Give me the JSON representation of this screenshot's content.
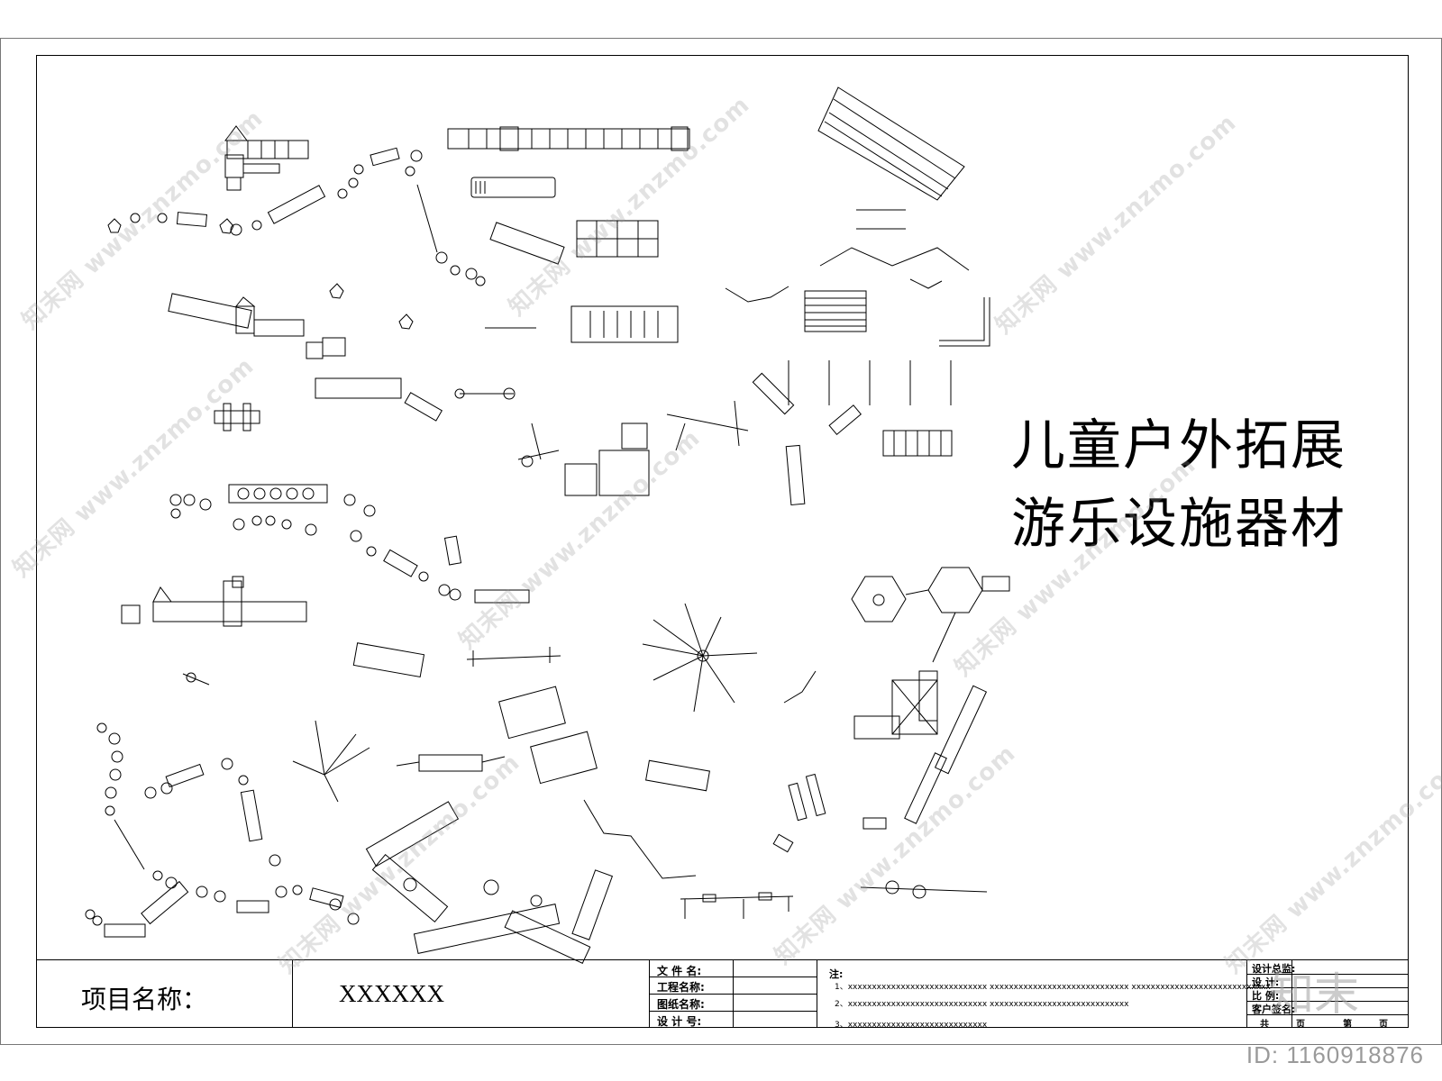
{
  "title": {
    "line1": "儿童户外拓展",
    "line2": "游乐设施器材"
  },
  "title_block": {
    "project_label": "项目名称：",
    "project_value": "XXXXXX",
    "fields": [
      "文 件 名:",
      "工程名称:",
      "图纸名称:",
      "设 计 号:"
    ],
    "notes_label": "注:",
    "notes": [
      "1、xxxxxxxxxxxxxxxxxxxxxxxxxxxxx   xxxxxxxxxxxxxxxxxxxxxxxxxxxxx   xxxxxxxxxxxxxxxxxxxxxxxxxxxxx",
      "2、xxxxxxxxxxxxxxxxxxxxxxxxxxxxx   xxxxxxxxxxxxxxxxxxxxxxxxxxxxx",
      "3、xxxxxxxxxxxxxxxxxxxxxxxxxxxxx"
    ],
    "right_fields": [
      "设计总监:",
      "设    计:",
      "比    例:",
      "客户签名:"
    ],
    "page_labels": [
      "共",
      "页",
      "第",
      "页"
    ]
  },
  "watermark": {
    "text": "知末网 www.znzmo.com",
    "brand": "知末",
    "id": "ID: 1160918876"
  },
  "colors": {
    "line": "#000000",
    "watermark": "#9a9a9a"
  }
}
